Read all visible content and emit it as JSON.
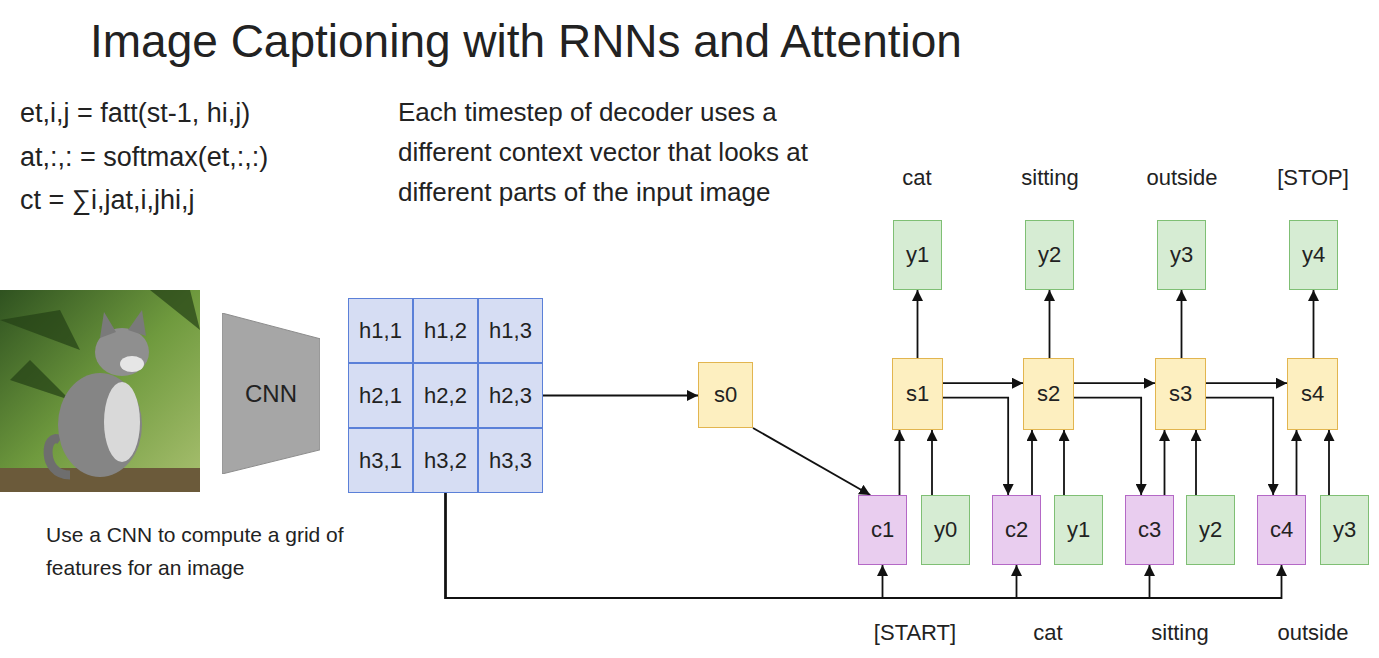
{
  "diagram": {
    "title": "Image Captioning with RNNs and Attention",
    "nodes": [
      {
        "text": [
          "CNN"
        ]
      },
      {
        "text": [
          "h1,1"
        ]
      },
      {
        "text": [
          "h1,2"
        ]
      },
      {
        "text": [
          "h1,3"
        ]
      },
      {
        "text": [
          "h2,1"
        ]
      },
      {
        "text": [
          "h2,2"
        ]
      },
      {
        "text": [
          "h2,3"
        ]
      },
      {
        "text": [
          "h3,1"
        ]
      },
      {
        "text": [
          "h3,2"
        ]
      },
      {
        "text": [
          "h3,3"
        ]
      },
      {
        "text": [
          "s0"
        ]
      },
      {
        "text": [
          "y1"
        ]
      },
      {
        "text": [
          "y2"
        ]
      },
      {
        "text": [
          "y3"
        ]
      },
      {
        "text": [
          "y4"
        ]
      },
      {
        "text": [
          "s1"
        ]
      },
      {
        "text": [
          "s2"
        ]
      },
      {
        "text": [
          "s3"
        ]
      },
      {
        "text": [
          "s4"
        ]
      },
      {
        "text": [
          "c1"
        ]
      },
      {
        "text": [
          "y0"
        ]
      },
      {
        "text": [
          "c2"
        ]
      },
      {
        "text": [
          "y1"
        ]
      },
      {
        "text": [
          "c3"
        ]
      },
      {
        "text": [
          "y2"
        ]
      },
      {
        "text": [
          "c4"
        ]
      },
      {
        "text": [
          "y3"
        ]
      }
    ],
    "edges": [
      {
        "from": 6,
        "to": 10,
        "arrow": "to"
      },
      {
        "from": 10,
        "to": 19,
        "arrow": "to"
      },
      {
        "from": 8,
        "to": 19,
        "arrow": "to"
      },
      {
        "from": 8,
        "to": 21,
        "arrow": "to"
      },
      {
        "from": 8,
        "to": 23,
        "arrow": "to"
      },
      {
        "from": 8,
        "to": 25,
        "arrow": "to"
      },
      {
        "from": 19,
        "to": 15,
        "arrow": "to"
      },
      {
        "from": 20,
        "to": 15,
        "arrow": "to"
      },
      {
        "from": 21,
        "to": 16,
        "arrow": "to"
      },
      {
        "from": 22,
        "to": 16,
        "arrow": "to"
      },
      {
        "from": 23,
        "to": 17,
        "arrow": "to"
      },
      {
        "from": 24,
        "to": 17,
        "arrow": "to"
      },
      {
        "from": 25,
        "to": 18,
        "arrow": "to"
      },
      {
        "from": 26,
        "to": 18,
        "arrow": "to"
      },
      {
        "from": 15,
        "to": 16,
        "arrow": "to"
      },
      {
        "from": 16,
        "to": 17,
        "arrow": "to"
      },
      {
        "from": 17,
        "to": 18,
        "arrow": "to"
      },
      {
        "from": 15,
        "to": 21,
        "arrow": "to"
      },
      {
        "from": 16,
        "to": 23,
        "arrow": "to"
      },
      {
        "from": 17,
        "to": 25,
        "arrow": "to"
      },
      {
        "from": 15,
        "to": 11,
        "arrow": "to"
      },
      {
        "from": 16,
        "to": 12,
        "arrow": "to"
      },
      {
        "from": 17,
        "to": 13,
        "arrow": "to"
      },
      {
        "from": 18,
        "to": 14,
        "arrow": "to"
      }
    ],
    "labels": [
      "et,i,j = fatt(st-1, hi,j)",
      "at,:,: = softmax(et,:,:)",
      "ct = ∑i,jat,i,jhi,j",
      "Each timestep of decoder uses a different context vector that looks at different parts of the input image",
      "cat",
      "sitting",
      "outside",
      "[STOP]",
      "Use a CNN to compute a grid of features for an image",
      "[START]",
      "cat",
      "sitting",
      "outside"
    ]
  }
}
